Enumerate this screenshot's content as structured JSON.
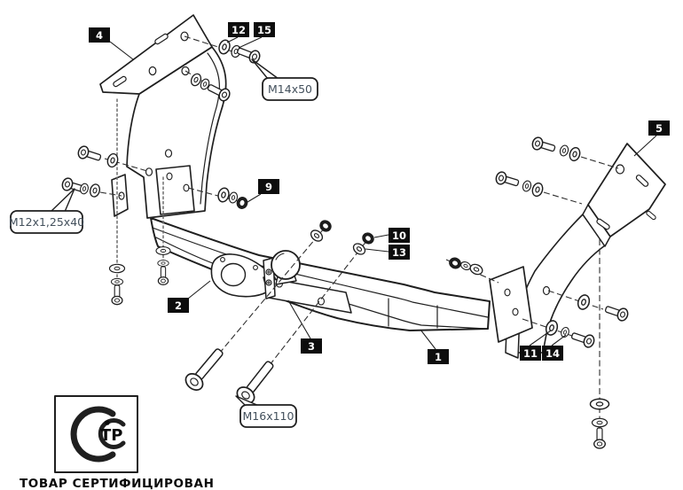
{
  "labels": {
    "l1": "1",
    "l2": "2",
    "l3": "3",
    "l4": "4",
    "l5": "5",
    "l9": "9",
    "l10": "10",
    "l11": "11",
    "l12": "12",
    "l13": "13",
    "l14": "14",
    "l15": "15"
  },
  "callouts": {
    "m12": "M12x1,25x40",
    "m14": "M14x50",
    "m16": "M16x110"
  },
  "cert": {
    "mark_letters": "ТР",
    "caption": "ТОВАР СЕРТИФИЦИРОВАН"
  },
  "colors": {
    "line": "#1f1f1f",
    "label_bg": "#0d0d0d",
    "label_fg": "#ffffff",
    "callout_fg": "#43505c",
    "bg": "#ffffff"
  }
}
